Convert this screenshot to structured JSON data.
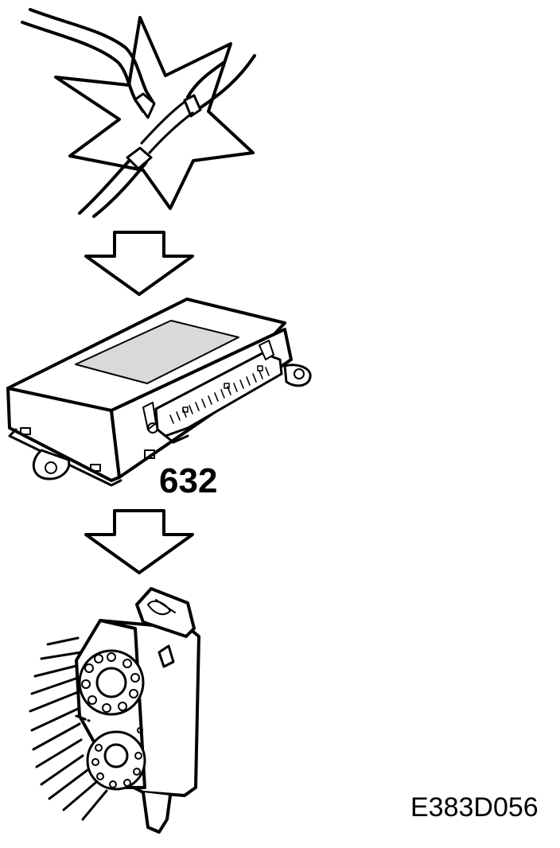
{
  "part_number": "632",
  "figure_code": "E383D056",
  "illustrations": {
    "top": "damaged-wire-spark",
    "middle": "control-module",
    "bottom": "connector-plug"
  },
  "arrows": 2,
  "colors": {
    "ink": "#000000",
    "paper": "#ffffff",
    "panel": "#d9d9d9"
  }
}
